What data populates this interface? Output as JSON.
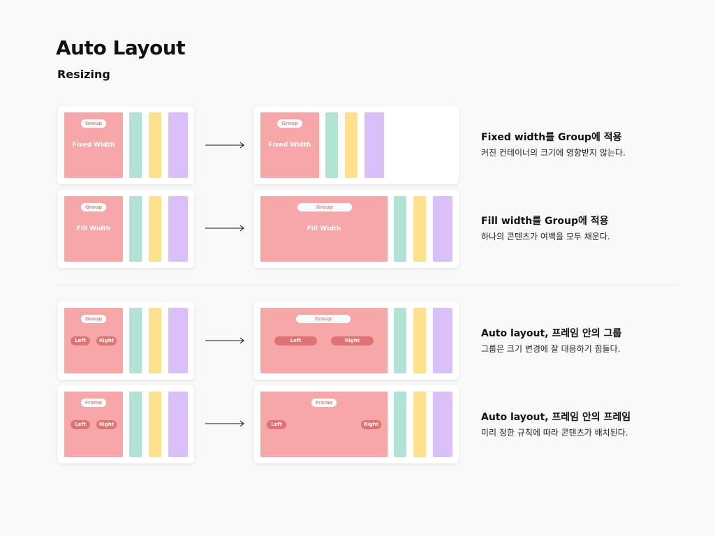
{
  "header": {
    "title": "Auto Layout",
    "subtitle": "Resizing"
  },
  "colors": {
    "group": "#f7a7a7",
    "pill": "#df7272",
    "teal": "#b0e3d5",
    "yellow": "#ffe08d",
    "purple": "#d9c0f8"
  },
  "rows": [
    {
      "tag": "Group",
      "inner": "Fixed Width",
      "desc_title": "Fixed width를 Group에 적용",
      "desc_text": "커진 컨테이너의 크기에 영향받지 않는다."
    },
    {
      "tag": "Group",
      "inner": "Fill Width",
      "desc_title": "Fill width를 Group에 적용",
      "desc_text": "하나의 콘텐츠가 여백을 모두 채운다."
    },
    {
      "tag": "Group",
      "left": "Left",
      "right": "Right",
      "desc_title": "Auto layout, 프레임 안의 그룹",
      "desc_text": "그룹은 크기 변경에 잘 대응하기 힘들다."
    },
    {
      "tag": "Frame",
      "left": "Left",
      "right": "Right",
      "desc_title": "Auto layout, 프레임 안의 프레임",
      "desc_text": "미리 정한 규칙에 따라 콘텐츠가 배치된다."
    }
  ]
}
